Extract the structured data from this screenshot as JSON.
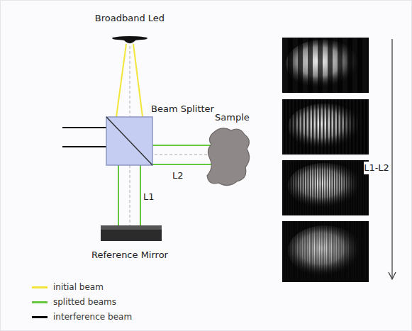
{
  "diagram": {
    "labels": [
      "Broadband Led",
      "Beam Splitter",
      "Sample",
      "L2",
      "L1",
      "Reference Mirror",
      "L1-L2"
    ],
    "legend": [
      {
        "text": "initial beam",
        "color": "#f2e63c"
      },
      {
        "text": "splitted beams",
        "color": "#66c63e"
      },
      {
        "text": "interference beam",
        "color": "#000000"
      }
    ]
  }
}
